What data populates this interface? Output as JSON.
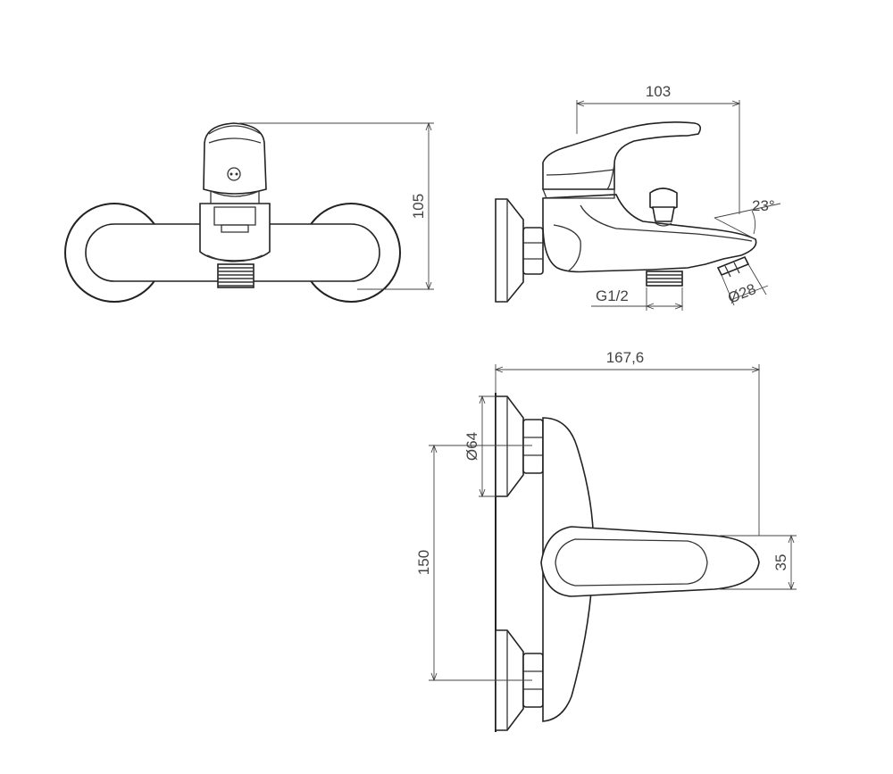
{
  "dimensions": {
    "height_front": "105",
    "length_side": "103",
    "spout_angle": "23°",
    "outlet_diameter": "Ø28",
    "thread": "G1/2",
    "overall_length": "167,6",
    "flange_diameter": "Ø64",
    "center_distance": "150",
    "lever_width": "35"
  }
}
